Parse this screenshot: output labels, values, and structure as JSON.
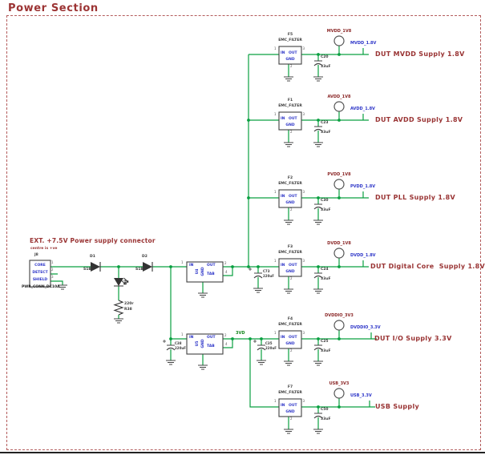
{
  "title": "Power Section",
  "connector": {
    "heading": "EXT. +7.5V Power supply connector",
    "note": "centre is +ve",
    "refdes": "J8",
    "part": "PWR_CONN_DC10A",
    "pins": [
      {
        "name": "CORE",
        "num": "1"
      },
      {
        "name": "DETECT",
        "num": "2"
      },
      {
        "name": "SHIELD",
        "num": "3"
      }
    ]
  },
  "input_stage": {
    "d1": {
      "refdes": "D1",
      "part": "S1BL"
    },
    "d2": {
      "refdes": "D2",
      "part": "S1BL"
    },
    "led": {
      "refdes": "D6"
    },
    "resistor": {
      "value": "220r",
      "refdes": "R38"
    }
  },
  "regulators": [
    {
      "refdes": "U4",
      "pins": {
        "in": "IN",
        "out": "OUT",
        "tab": "TAB",
        "gnd": "GND"
      },
      "nums": {
        "in": "1",
        "out": "2",
        "tab": "4"
      }
    },
    {
      "refdes": "U5",
      "pins": {
        "in": "IN",
        "out": "OUT",
        "tab": "TAB",
        "gnd": "GND"
      },
      "nums": {
        "in": "1",
        "out": "2",
        "tab": "4"
      },
      "out_net": "3VD"
    }
  ],
  "bulk_caps": {
    "c73": {
      "refdes": "C73",
      "value": "220uF"
    },
    "c38": {
      "refdes": "C38",
      "value": "220uF"
    },
    "c35": {
      "refdes": "C35",
      "value": "220uF"
    }
  },
  "filter_pin_nums": {
    "in": "1",
    "out": "3",
    "gnd": "2"
  },
  "supplies": [
    {
      "refdes": "F5",
      "part": "EMC_FILTER",
      "pin_in": "IN",
      "pin_out": "OUT",
      "pin_gnd": "GND",
      "cap": "C20",
      "cap_value": "33uF",
      "testpoint": "MVDD_1V8",
      "net": "MVDD_1.8V",
      "label": "DUT MVDD Supply 1.8V"
    },
    {
      "refdes": "F1",
      "part": "EMC_FILTER",
      "pin_in": "IN",
      "pin_out": "OUT",
      "pin_gnd": "GND",
      "cap": "C23",
      "cap_value": "33uF",
      "testpoint": "AVDD_1V8",
      "net": "AVDD_1.8V",
      "label": "DUT AVDD Supply 1.8V"
    },
    {
      "refdes": "F2",
      "part": "EMC_FILTER",
      "pin_in": "IN",
      "pin_out": "OUT",
      "pin_gnd": "GND",
      "cap": "C30",
      "cap_value": "33uF",
      "testpoint": "PVDD_1V8",
      "net": "PVDD_1.8V",
      "label": "DUT PLL Supply 1.8V"
    },
    {
      "refdes": "F3",
      "part": "EMC_FILTER",
      "pin_in": "IN",
      "pin_out": "OUT",
      "pin_gnd": "GND",
      "cap": "C24",
      "cap_value": "33uF",
      "testpoint": "DVDD_1V8",
      "net": "DVDD_1.8V",
      "label": "DUT Digital Core  Supply 1.8V"
    },
    {
      "refdes": "F4",
      "part": "EMC_FILTER",
      "pin_in": "IN",
      "pin_out": "OUT",
      "pin_gnd": "GND",
      "cap": "C25",
      "cap_value": "33uF",
      "testpoint": "DVDDIO_3V3",
      "net": "DVDDIO_3.3V",
      "label": "DUT I/O Supply 3.3V"
    },
    {
      "refdes": "F7",
      "part": "EMC_FILTER",
      "pin_in": "IN",
      "pin_out": "OUT",
      "pin_gnd": "GND",
      "cap": "C50",
      "cap_value": "33uF",
      "testpoint": "USB_3V3",
      "net": "USB_3.3V",
      "label": "USB Supply"
    }
  ],
  "colors": {
    "wire_green": "#0aa041",
    "label_red": "#993333",
    "net_blue": "#2d35c8",
    "testpoint_red": "#8a2626",
    "outline_gray": "#404040",
    "border_red": "#b35b5b"
  }
}
